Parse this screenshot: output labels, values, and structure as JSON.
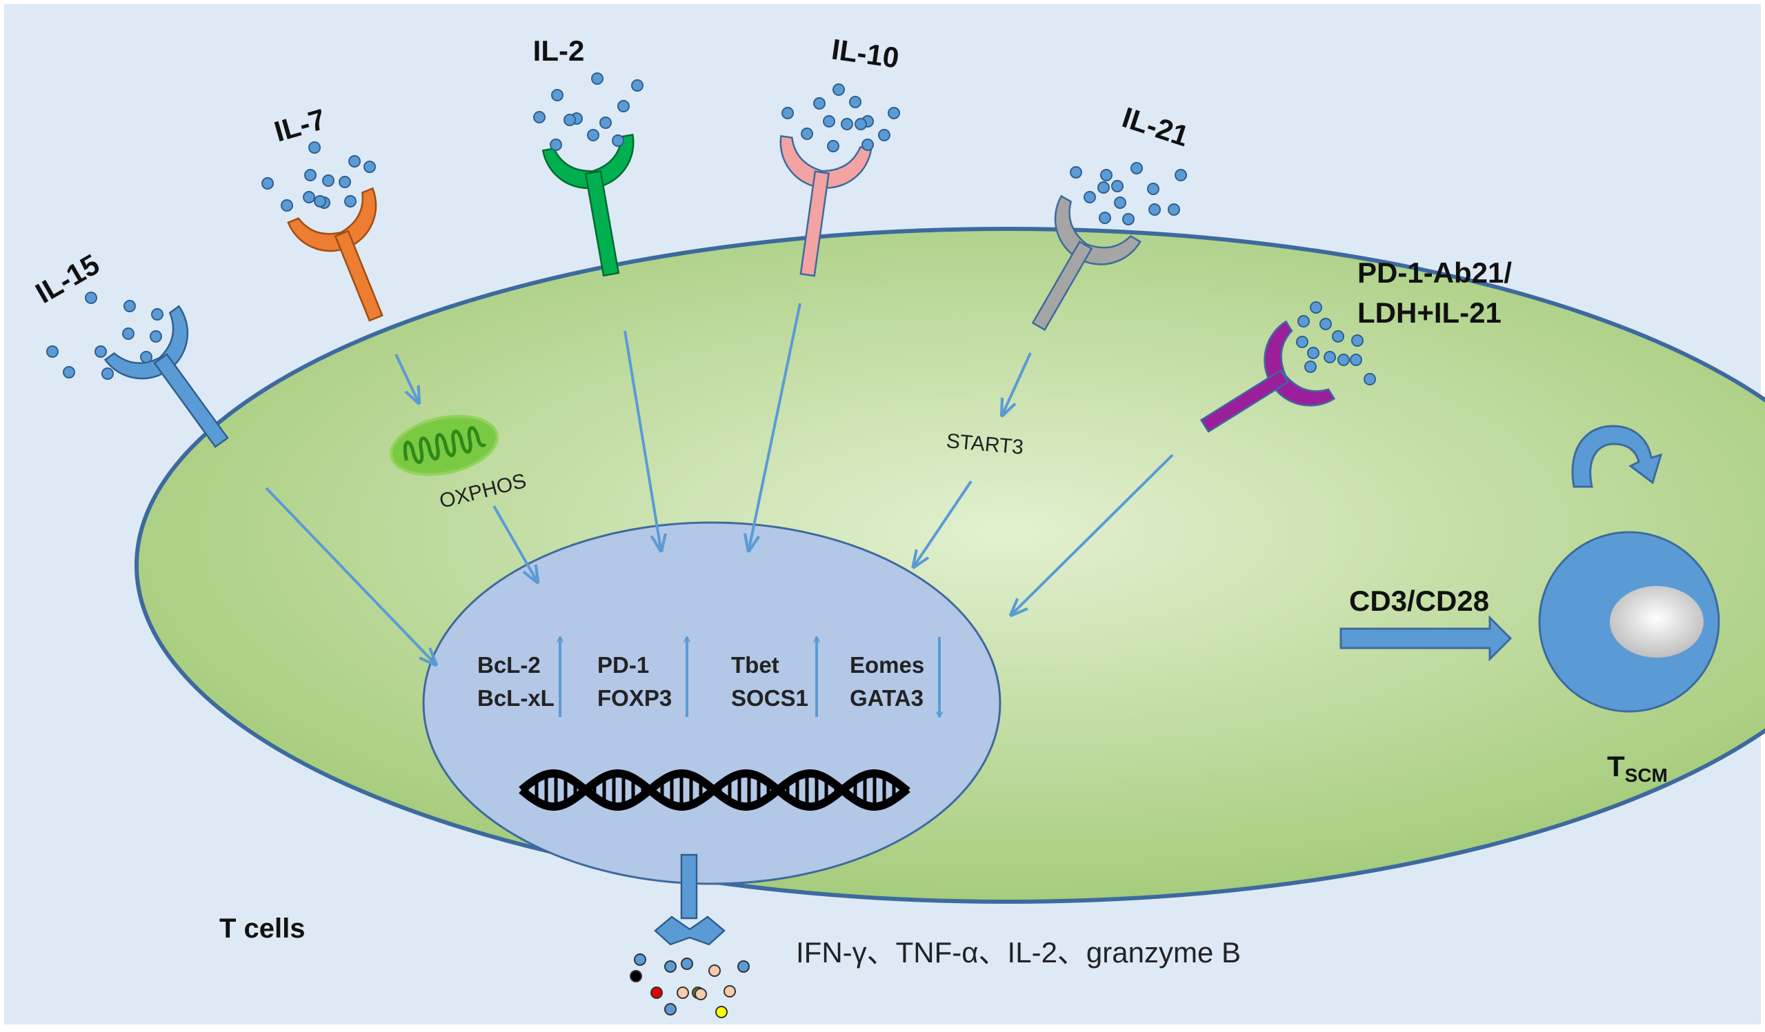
{
  "cytokines": {
    "il15": "IL-15",
    "il7": "IL-7",
    "il2": "IL-2",
    "il10": "IL-10",
    "il21": "IL-21",
    "pd1_line1": "PD-1-Ab21/",
    "pd1_line2": "LDH+IL-21"
  },
  "organelles": {
    "oxphos": "OXPHOS",
    "stat3": "START3"
  },
  "nucleus": {
    "genes": [
      {
        "top": "BcL-2",
        "bottom": "BcL-xL",
        "direction": "up"
      },
      {
        "top": "PD-1",
        "bottom": "FOXP3",
        "direction": "up"
      },
      {
        "top": "Tbet",
        "bottom": "SOCS1",
        "direction": "up"
      },
      {
        "top": "Eomes",
        "bottom": "GATA3",
        "direction": "down"
      }
    ]
  },
  "cell_label": "T cells",
  "stimulus_label": "CD3/CD28",
  "tscm": {
    "main": "T",
    "sub": "SCM"
  },
  "secreted_label": "IFN-γ、TNF-α、IL-2、granzyme B",
  "colors": {
    "background": "#dde9f5",
    "cell_fill": "#a6cc7c",
    "cell_center": "#e2f0d0",
    "nucleus_fill": "#b3c7e6",
    "arrow": "#5b9bd5",
    "il15_receptor": "#5b9bd5",
    "il7_receptor": "#ed7d31",
    "il2_receptor": "#00b050",
    "il10_receptor": "#f4a3a3",
    "il21_receptor": "#a5a5a5",
    "pd1_receptor": "#9b1f9b",
    "mitochondrion": "#7ac943"
  }
}
